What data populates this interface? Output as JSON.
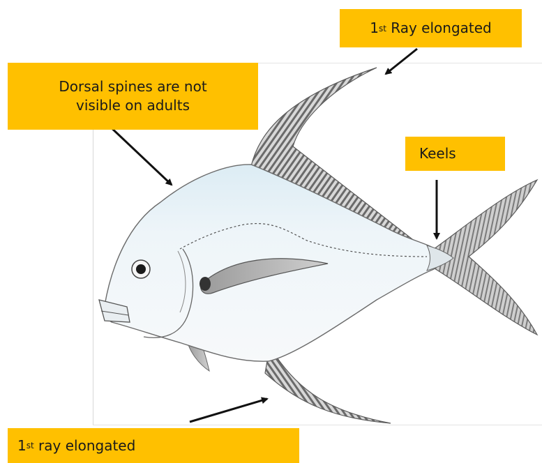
{
  "labels": {
    "top_ray_prefix": "1",
    "top_ray_sup": "st",
    "top_ray_text": " Ray elongated",
    "dorsal_line1": "Dorsal spines are not",
    "dorsal_line2": "visible on adults",
    "keels": "Keels",
    "bottom_ray_prefix": "1",
    "bottom_ray_sup": "st",
    "bottom_ray_text": " ray elongated"
  },
  "colors": {
    "label_bg": "#FFC000",
    "fish_body": "#eef5f9",
    "fish_outline": "#6b6b6b",
    "fin_stripe": "#5a5a5a",
    "arrow": "#111111"
  }
}
